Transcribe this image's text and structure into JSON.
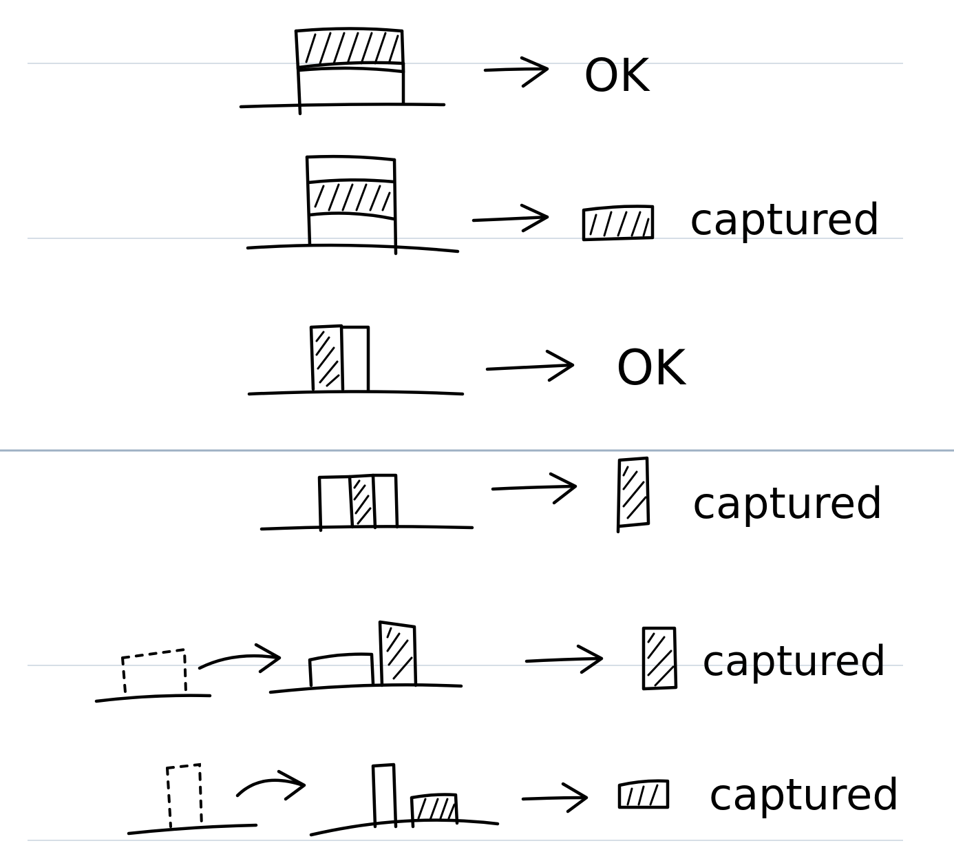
{
  "rows": [
    {
      "id": "row-1",
      "result": "OK",
      "captured_piece": null
    },
    {
      "id": "row-2",
      "result": "captured",
      "captured_piece": "flat-hatched"
    },
    {
      "id": "row-3",
      "result": "OK",
      "captured_piece": null
    },
    {
      "id": "row-4",
      "result": "captured",
      "captured_piece": "standing-hatched"
    },
    {
      "id": "row-5",
      "result": "captured",
      "captured_piece": "standing-hatched"
    },
    {
      "id": "row-6",
      "result": "captured",
      "captured_piece": "flat-hatched"
    }
  ],
  "colors": {
    "ink": "#000000",
    "rule": "#c9d3dd",
    "rule_strong": "#9fb1c4"
  }
}
